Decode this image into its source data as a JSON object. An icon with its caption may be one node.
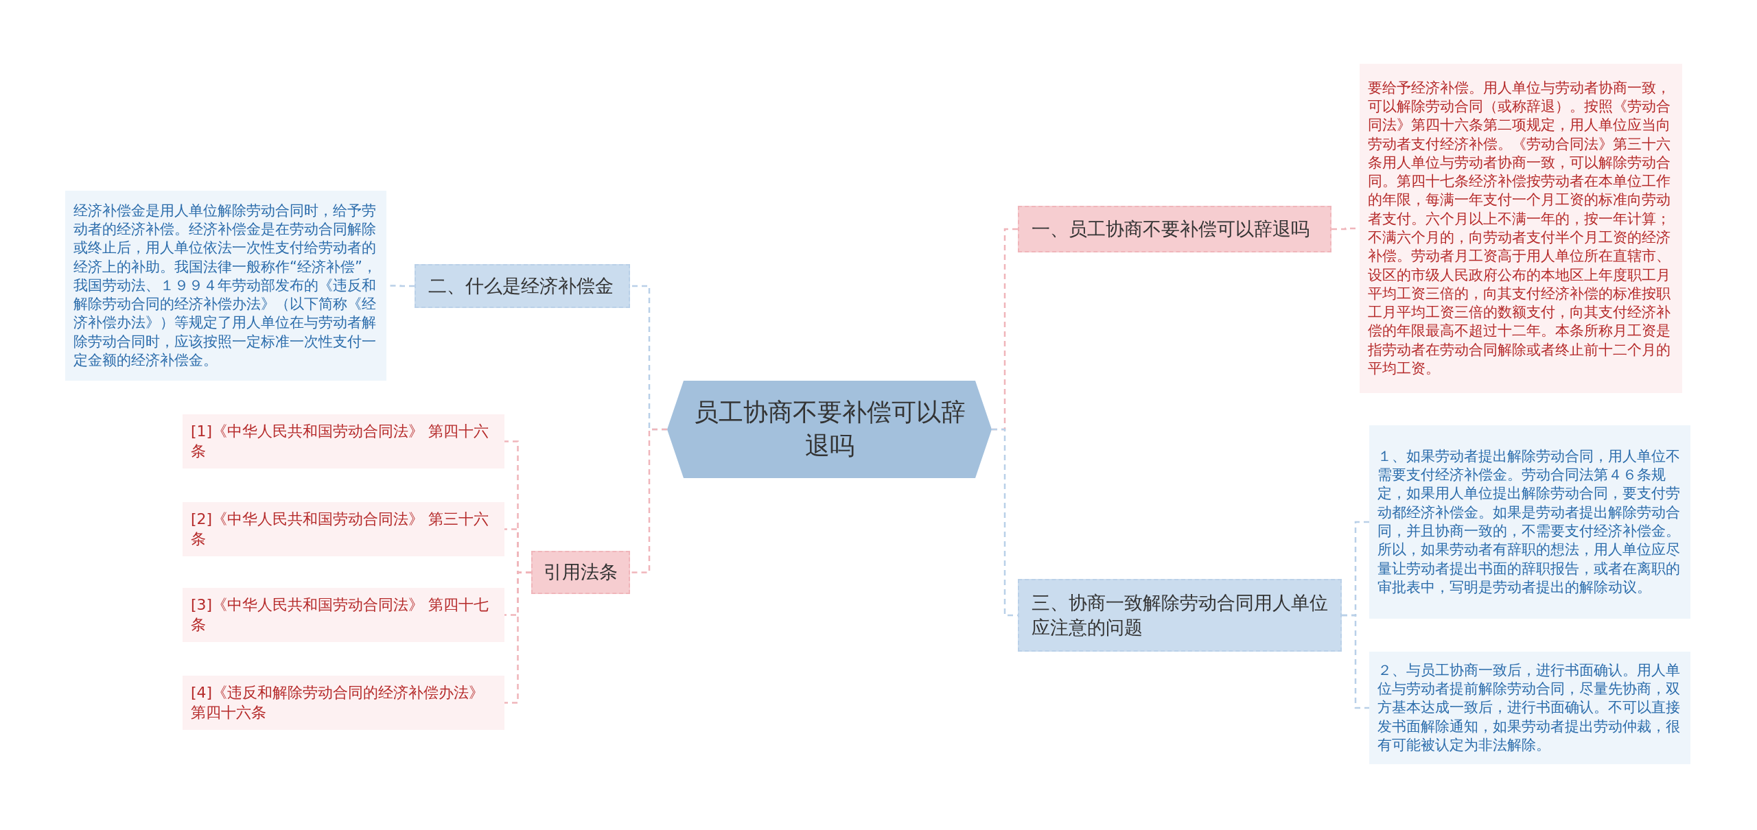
{
  "diagram": {
    "nodes": [
      {
        "text": [
          "员工协商不要补偿可以辞退吗"
        ]
      },
      {
        "text": [
          "一、员工协商不要补偿可以辞退吗"
        ]
      },
      {
        "text": [
          "要给予经济补偿。用人单位与劳动者协商一致，可以解除劳动合同（或称辞退）。按照《劳动合同法》第四十六条第二项规定，用人单位应当向劳动者支付经济补偿。《劳动合同法》第三十六条用人单位与劳动者协商一致，可以解除劳动合同。第四十七条经济补偿按劳动者在本单位工作的年限，每满一年支付一个月工资的标准向劳动者支付。六个月以上不满一年的，按一年计算；不满六个月的，向劳动者支付半个月工资的经济补偿。劳动者月工资高于用人单位所在直辖市、设区的市级人民政府公布的本地区上年度职工月平均工资三倍的，向其支付经济补偿的标准按职工月平均工资三倍的数额支付，向其支付经济补偿的年限最高不超过十二年。本条所称月工资是指劳动者在劳动合同解除或者终止前十二个月的平均工资。"
        ]
      },
      {
        "text": [
          "三、协商一致解除劳动合同用人单位应注意的问题"
        ]
      },
      {
        "text": [
          "１、如果劳动者提出解除劳动合同，用人单位不需要支付经济补偿金。劳动合同法第４６条规定，如果用人单位提出解除劳动合同，要支付劳动都经济补偿金。如果是劳动者提出解除劳动合同，并且协商一致的，不需要支付经济补偿金。所以，如果劳动者有辞职的想法，用人单位应尽量让劳动者提出书面的辞职报告，或者在离职的审批表中，写明是劳动者提出的解除动议。"
        ]
      },
      {
        "text": [
          "２、与员工协商一致后，进行书面确认。用人单位与劳动者提前解除劳动合同，尽量先协商，双方基本达成一致后，进行书面确认。不可以直接发书面解除通知，如果劳动者提出劳动仲裁，很有可能被认定为非法解除。"
        ]
      },
      {
        "text": [
          "二、什么是经济补偿金"
        ]
      },
      {
        "text": [
          "经济补偿金是用人单位解除劳动合同时，给予劳动者的经济补偿。经济补偿金是在劳动合同解除或终止后，用人单位依法一次性支付给劳动者的经济上的补助。我国法律一般称作“经济补偿”，我国劳动法、１９９４年劳动部发布的《违反和解除劳动合同的经济补偿办法》（以下简称《经济补偿办法》）等规定了用人单位在与劳动者解除劳动合同时，应该按照一定标准一次性支付一定金额的经济补偿金。"
        ]
      },
      {
        "text": [
          "引用法条"
        ]
      },
      {
        "text": [
          "[1]《中华人民共和国劳动合同法》 第四十六条"
        ]
      },
      {
        "text": [
          "[2]《中华人民共和国劳动合同法》 第三十六条"
        ]
      },
      {
        "text": [
          "[3]《中华人民共和国劳动合同法》 第四十七条"
        ]
      },
      {
        "text": [
          "[4]《违反和解除劳动合同的经济补偿办法》第四十六条"
        ]
      }
    ],
    "edges": [
      {
        "from": 0,
        "to": 1,
        "arrow": "none"
      },
      {
        "from": 1,
        "to": 2,
        "arrow": "none"
      },
      {
        "from": 0,
        "to": 3,
        "arrow": "none",
        "color": "#b9d0e8"
      },
      {
        "from": 3,
        "to": 4,
        "arrow": "none",
        "color": "#b9d0e8"
      },
      {
        "from": 3,
        "to": 5,
        "arrow": "none",
        "color": "#b9d0e8"
      },
      {
        "from": 0,
        "to": 6,
        "arrow": "none",
        "color": "#b9d0e8"
      },
      {
        "from": 6,
        "to": 7,
        "arrow": "none",
        "color": "#b9d0e8"
      },
      {
        "from": 0,
        "to": 8,
        "arrow": "none"
      },
      {
        "from": 8,
        "to": 9,
        "arrow": "none"
      },
      {
        "from": 8,
        "to": 10,
        "arrow": "none"
      },
      {
        "from": 8,
        "to": 11,
        "arrow": "none"
      },
      {
        "from": 8,
        "to": 12,
        "arrow": "none"
      }
    ]
  }
}
